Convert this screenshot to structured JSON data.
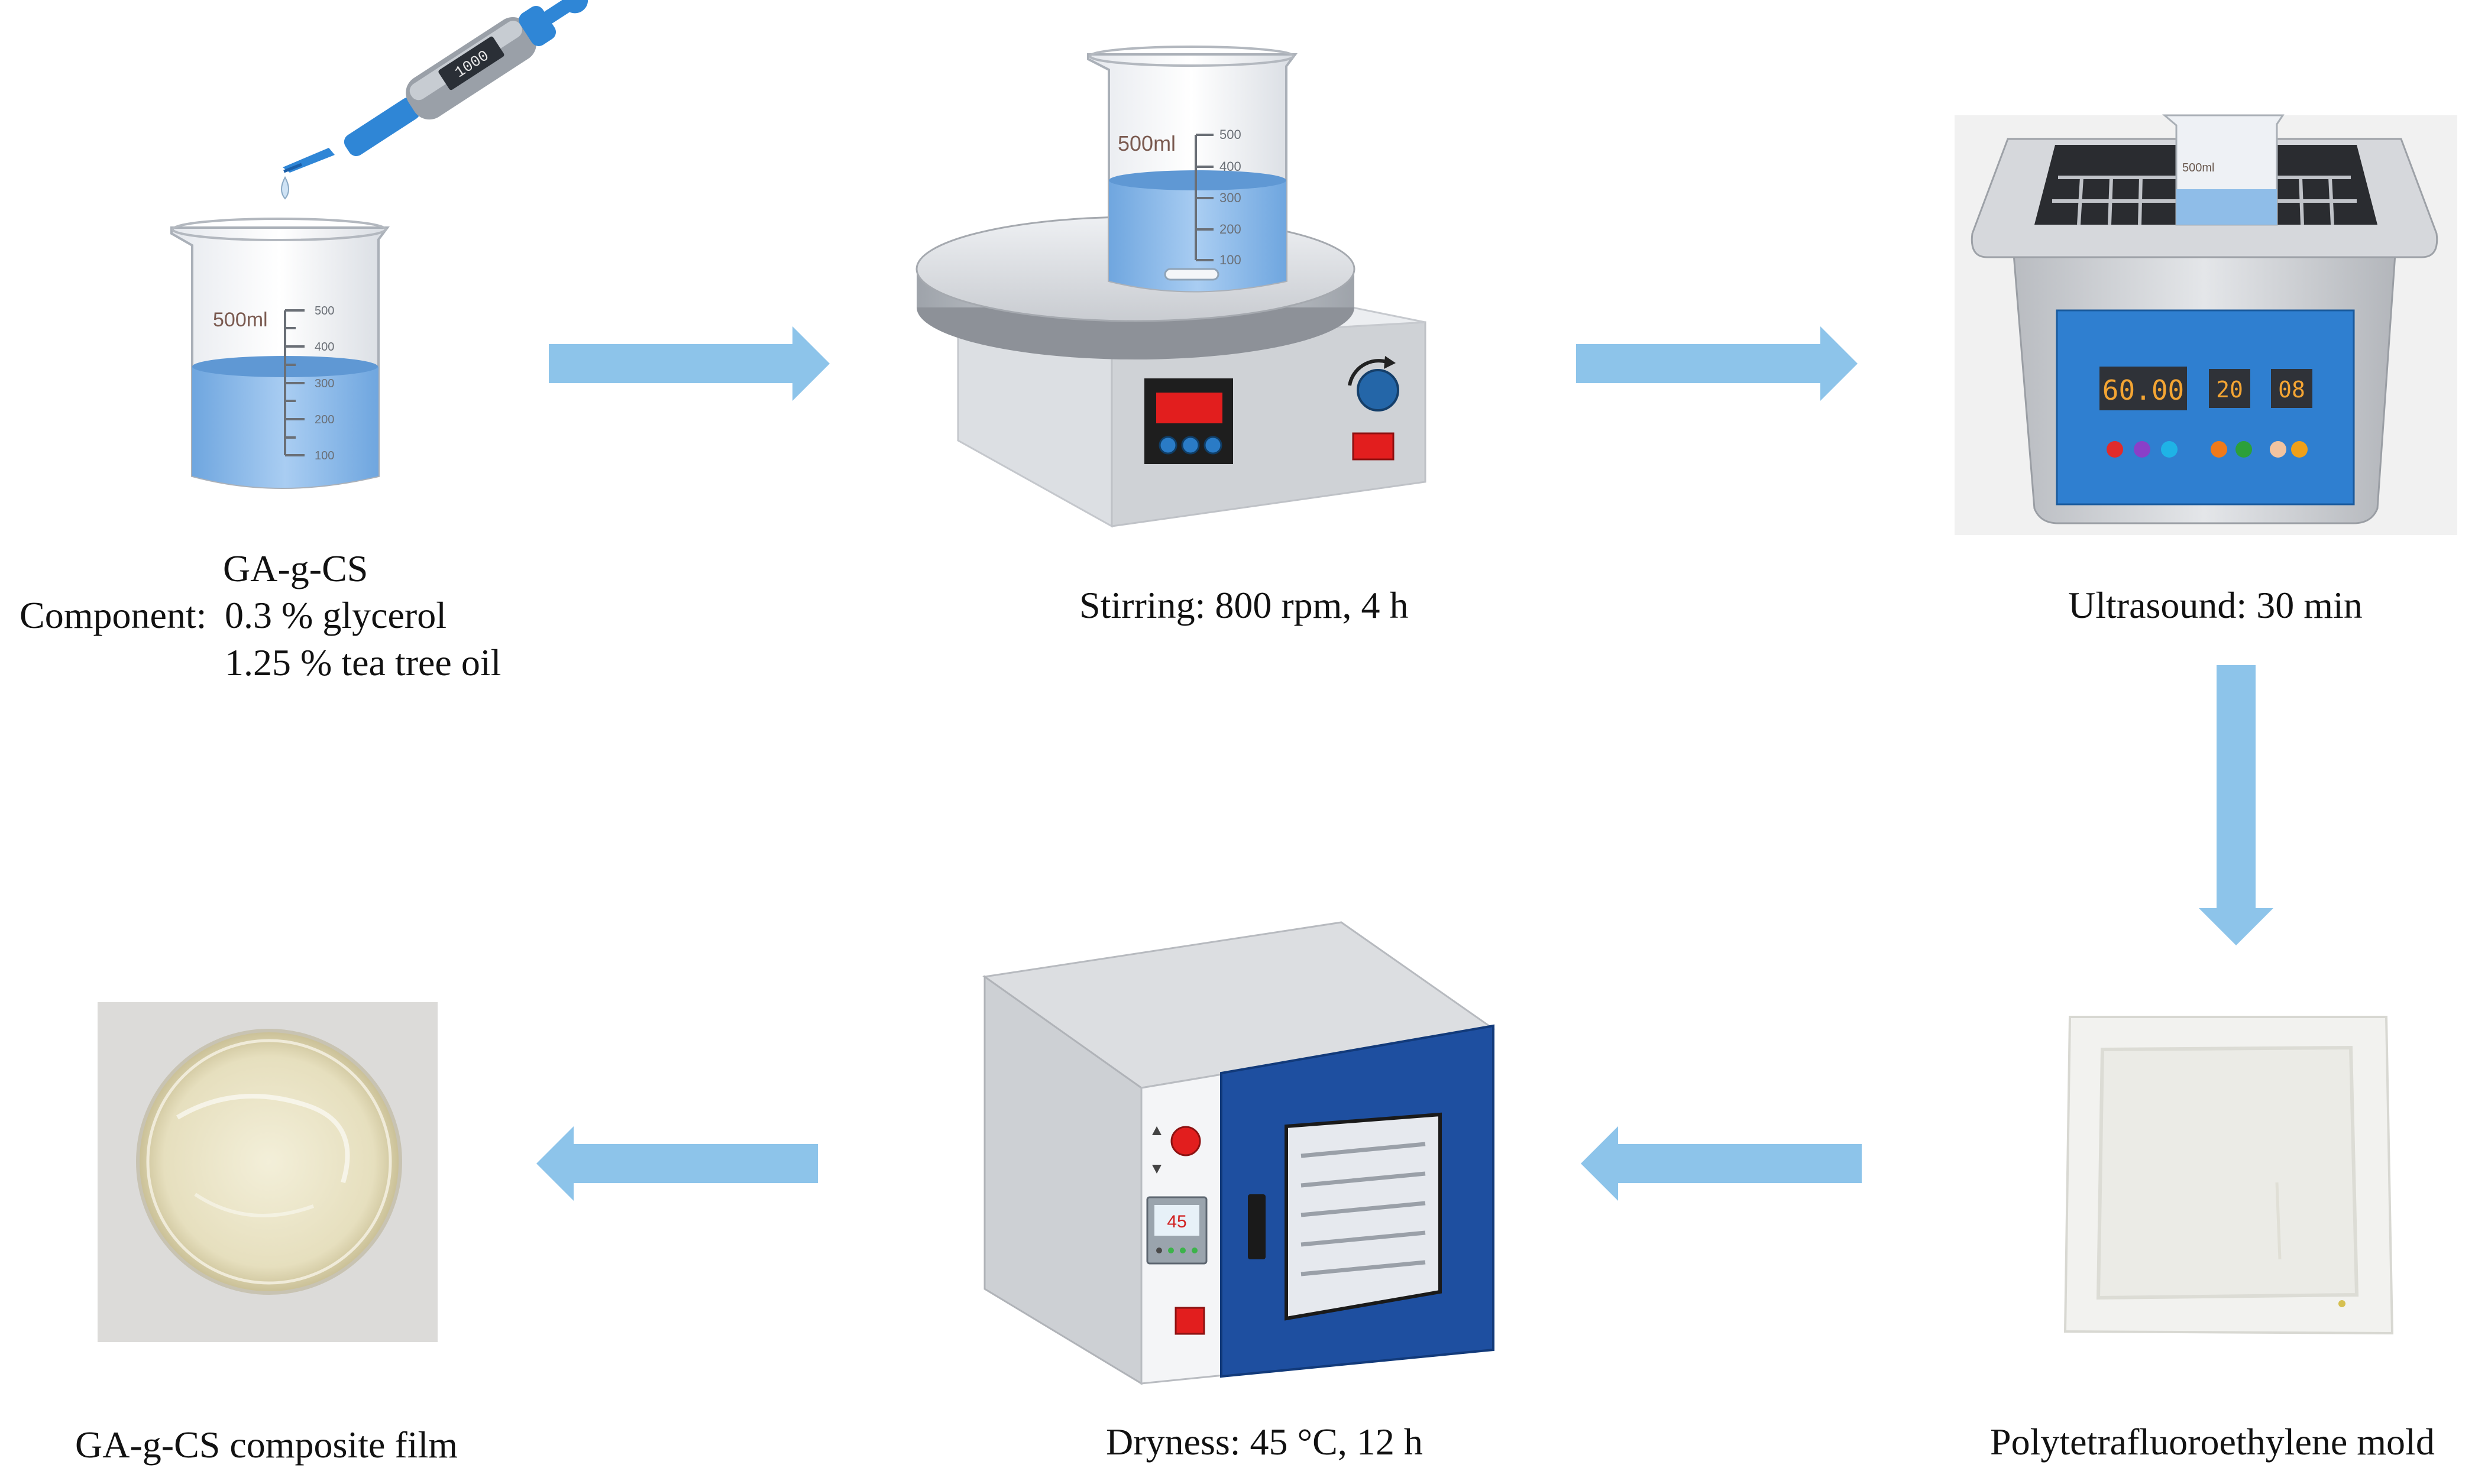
{
  "step1": {
    "title": "GA-g-CS",
    "component_label": "Component:",
    "component_1": "0.3 % glycerol",
    "component_2": "1.25 % tea tree oil",
    "beaker_volume": "500ml",
    "beaker_marks": [
      "500",
      "400",
      "300",
      "200",
      "100"
    ],
    "pipette_display": "1000"
  },
  "step2": {
    "caption": "Stirring: 800 rpm, 4 h",
    "beaker_volume": "500ml",
    "beaker_marks": [
      "500",
      "400",
      "300",
      "200",
      "100"
    ]
  },
  "step3": {
    "caption": "Ultrasound: 30 min",
    "display_time": "60.00",
    "display_2": "20",
    "display_3": "08",
    "beaker_volume": "500ml"
  },
  "step4": {
    "caption": "Polytetrafluoroethylene mold"
  },
  "step5": {
    "caption": "Dryness: 45 °C, 12 h",
    "oven_display": "45"
  },
  "step6": {
    "caption": "GA-g-CS composite film"
  },
  "colors": {
    "arrow": "#8DC4EA",
    "liquid": "#7FB2E5",
    "panel_blue": "#2F7FD0",
    "oven_door": "#1E4FA0",
    "display_red": "#E21E1E",
    "display_orange": "#F4A533"
  }
}
